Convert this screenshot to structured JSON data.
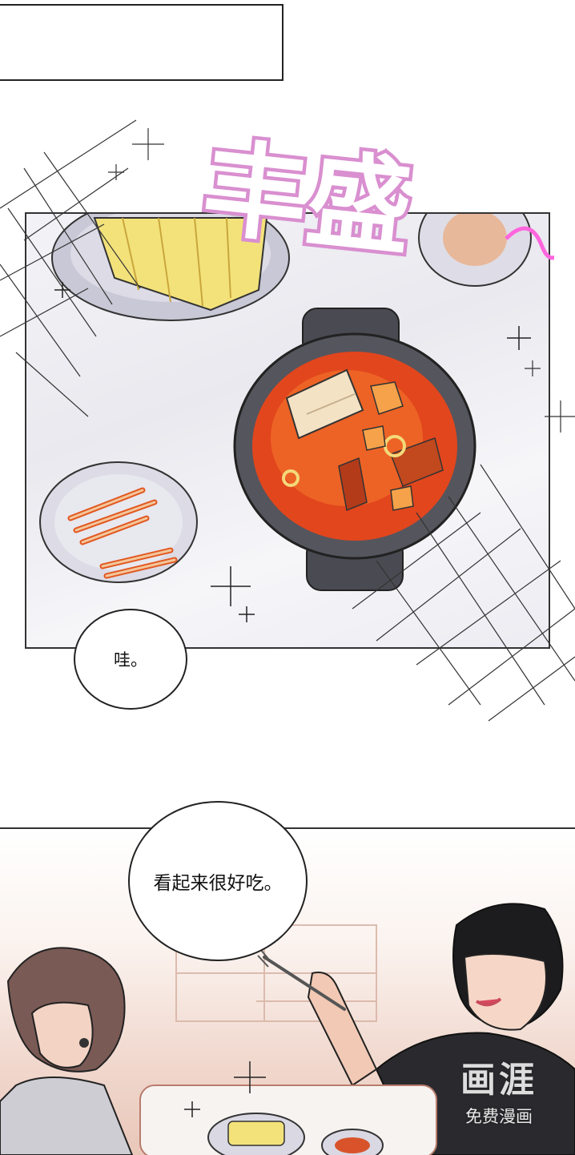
{
  "sound_effect": {
    "text": "丰盛",
    "color": "#d98fd0"
  },
  "panel1": {
    "bubble_text": "哇。"
  },
  "panel2": {
    "bubble_text": "看起来很好吃。"
  },
  "watermark": {
    "logo": "画涯",
    "subtitle": "免费漫画"
  }
}
